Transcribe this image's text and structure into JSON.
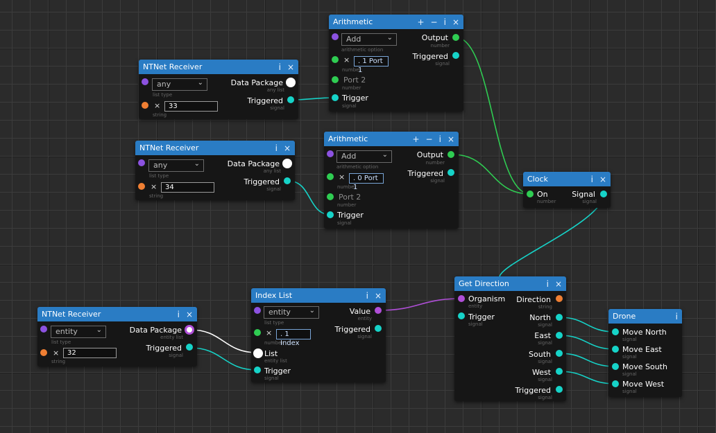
{
  "nodes": {
    "arith1": {
      "title": "Arithmetic",
      "op_value": "Add",
      "op_sub": "arithmetic option",
      "port1_value": ". 1 Port 1",
      "port1_sub": "number",
      "port2_label": "Port 2",
      "port2_sub": "number",
      "trigger_label": "Trigger",
      "trigger_sub": "signal",
      "output_label": "Output",
      "output_sub": "number",
      "triggered_label": "Triggered",
      "triggered_sub": "signal"
    },
    "arith2": {
      "title": "Arithmetic",
      "op_value": "Add",
      "op_sub": "arithmetic option",
      "port1_value": ". 0 Port 1",
      "port1_sub": "number",
      "port2_label": "Port 2",
      "port2_sub": "number",
      "trigger_label": "Trigger",
      "trigger_sub": "signal",
      "output_label": "Output",
      "output_sub": "number",
      "triggered_label": "Triggered",
      "triggered_sub": "signal"
    },
    "recv1": {
      "title": "NTNet Receiver",
      "type_value": "any",
      "type_sub": "list type",
      "filter_value": "33",
      "filter_sub": "string",
      "data_label": "Data Package",
      "data_sub": "any list",
      "triggered_label": "Triggered",
      "triggered_sub": "signal"
    },
    "recv2": {
      "title": "NTNet Receiver",
      "type_value": "any",
      "type_sub": "list type",
      "filter_value": "34",
      "filter_sub": "string",
      "data_label": "Data Package",
      "data_sub": "any list",
      "triggered_label": "Triggered",
      "triggered_sub": "signal"
    },
    "recv3": {
      "title": "NTNet Receiver",
      "type_value": "entity",
      "type_sub": "list type",
      "filter_value": "32",
      "filter_sub": "string",
      "data_label": "Data Package",
      "data_sub": "entity list",
      "triggered_label": "Triggered",
      "triggered_sub": "signal"
    },
    "clock": {
      "title": "Clock",
      "on_label": "On",
      "on_sub": "number",
      "signal_label": "Signal",
      "signal_sub": "signal"
    },
    "index": {
      "title": "Index List",
      "type_value": "entity",
      "type_sub": "list type",
      "index_value": ". 1 Index",
      "index_sub": "number",
      "list_label": "List",
      "list_sub": "entity list",
      "trigger_label": "Trigger",
      "trigger_sub": "signal",
      "value_label": "Value",
      "value_sub": "entity",
      "triggered_label": "Triggered",
      "triggered_sub": "signal"
    },
    "getdir": {
      "title": "Get Direction",
      "organism_label": "Organism",
      "organism_sub": "entity",
      "trigger_label": "Trigger",
      "trigger_sub": "signal",
      "direction_label": "Direction",
      "direction_sub": "string",
      "north_label": "North",
      "north_sub": "signal",
      "east_label": "East",
      "east_sub": "signal",
      "south_label": "South",
      "south_sub": "signal",
      "west_label": "West",
      "west_sub": "signal",
      "triggered_label": "Triggered",
      "triggered_sub": "signal"
    },
    "drone": {
      "title": "Drone",
      "north_label": "Move North",
      "north_sub": "signal",
      "east_label": "Move East",
      "east_sub": "signal",
      "south_label": "Move South",
      "south_sub": "signal",
      "west_label": "Move West",
      "west_sub": "signal"
    }
  },
  "icons": {
    "plus": "+",
    "minus": "−",
    "info": "i",
    "close": "×",
    "chevron": "⌄",
    "clear": "×"
  },
  "colors": {
    "header": "#2a7cc4",
    "wire_green": "#2fcc52",
    "wire_cyan": "#16d3c8",
    "wire_purple": "#b04fd8",
    "wire_white": "#ffffff"
  }
}
